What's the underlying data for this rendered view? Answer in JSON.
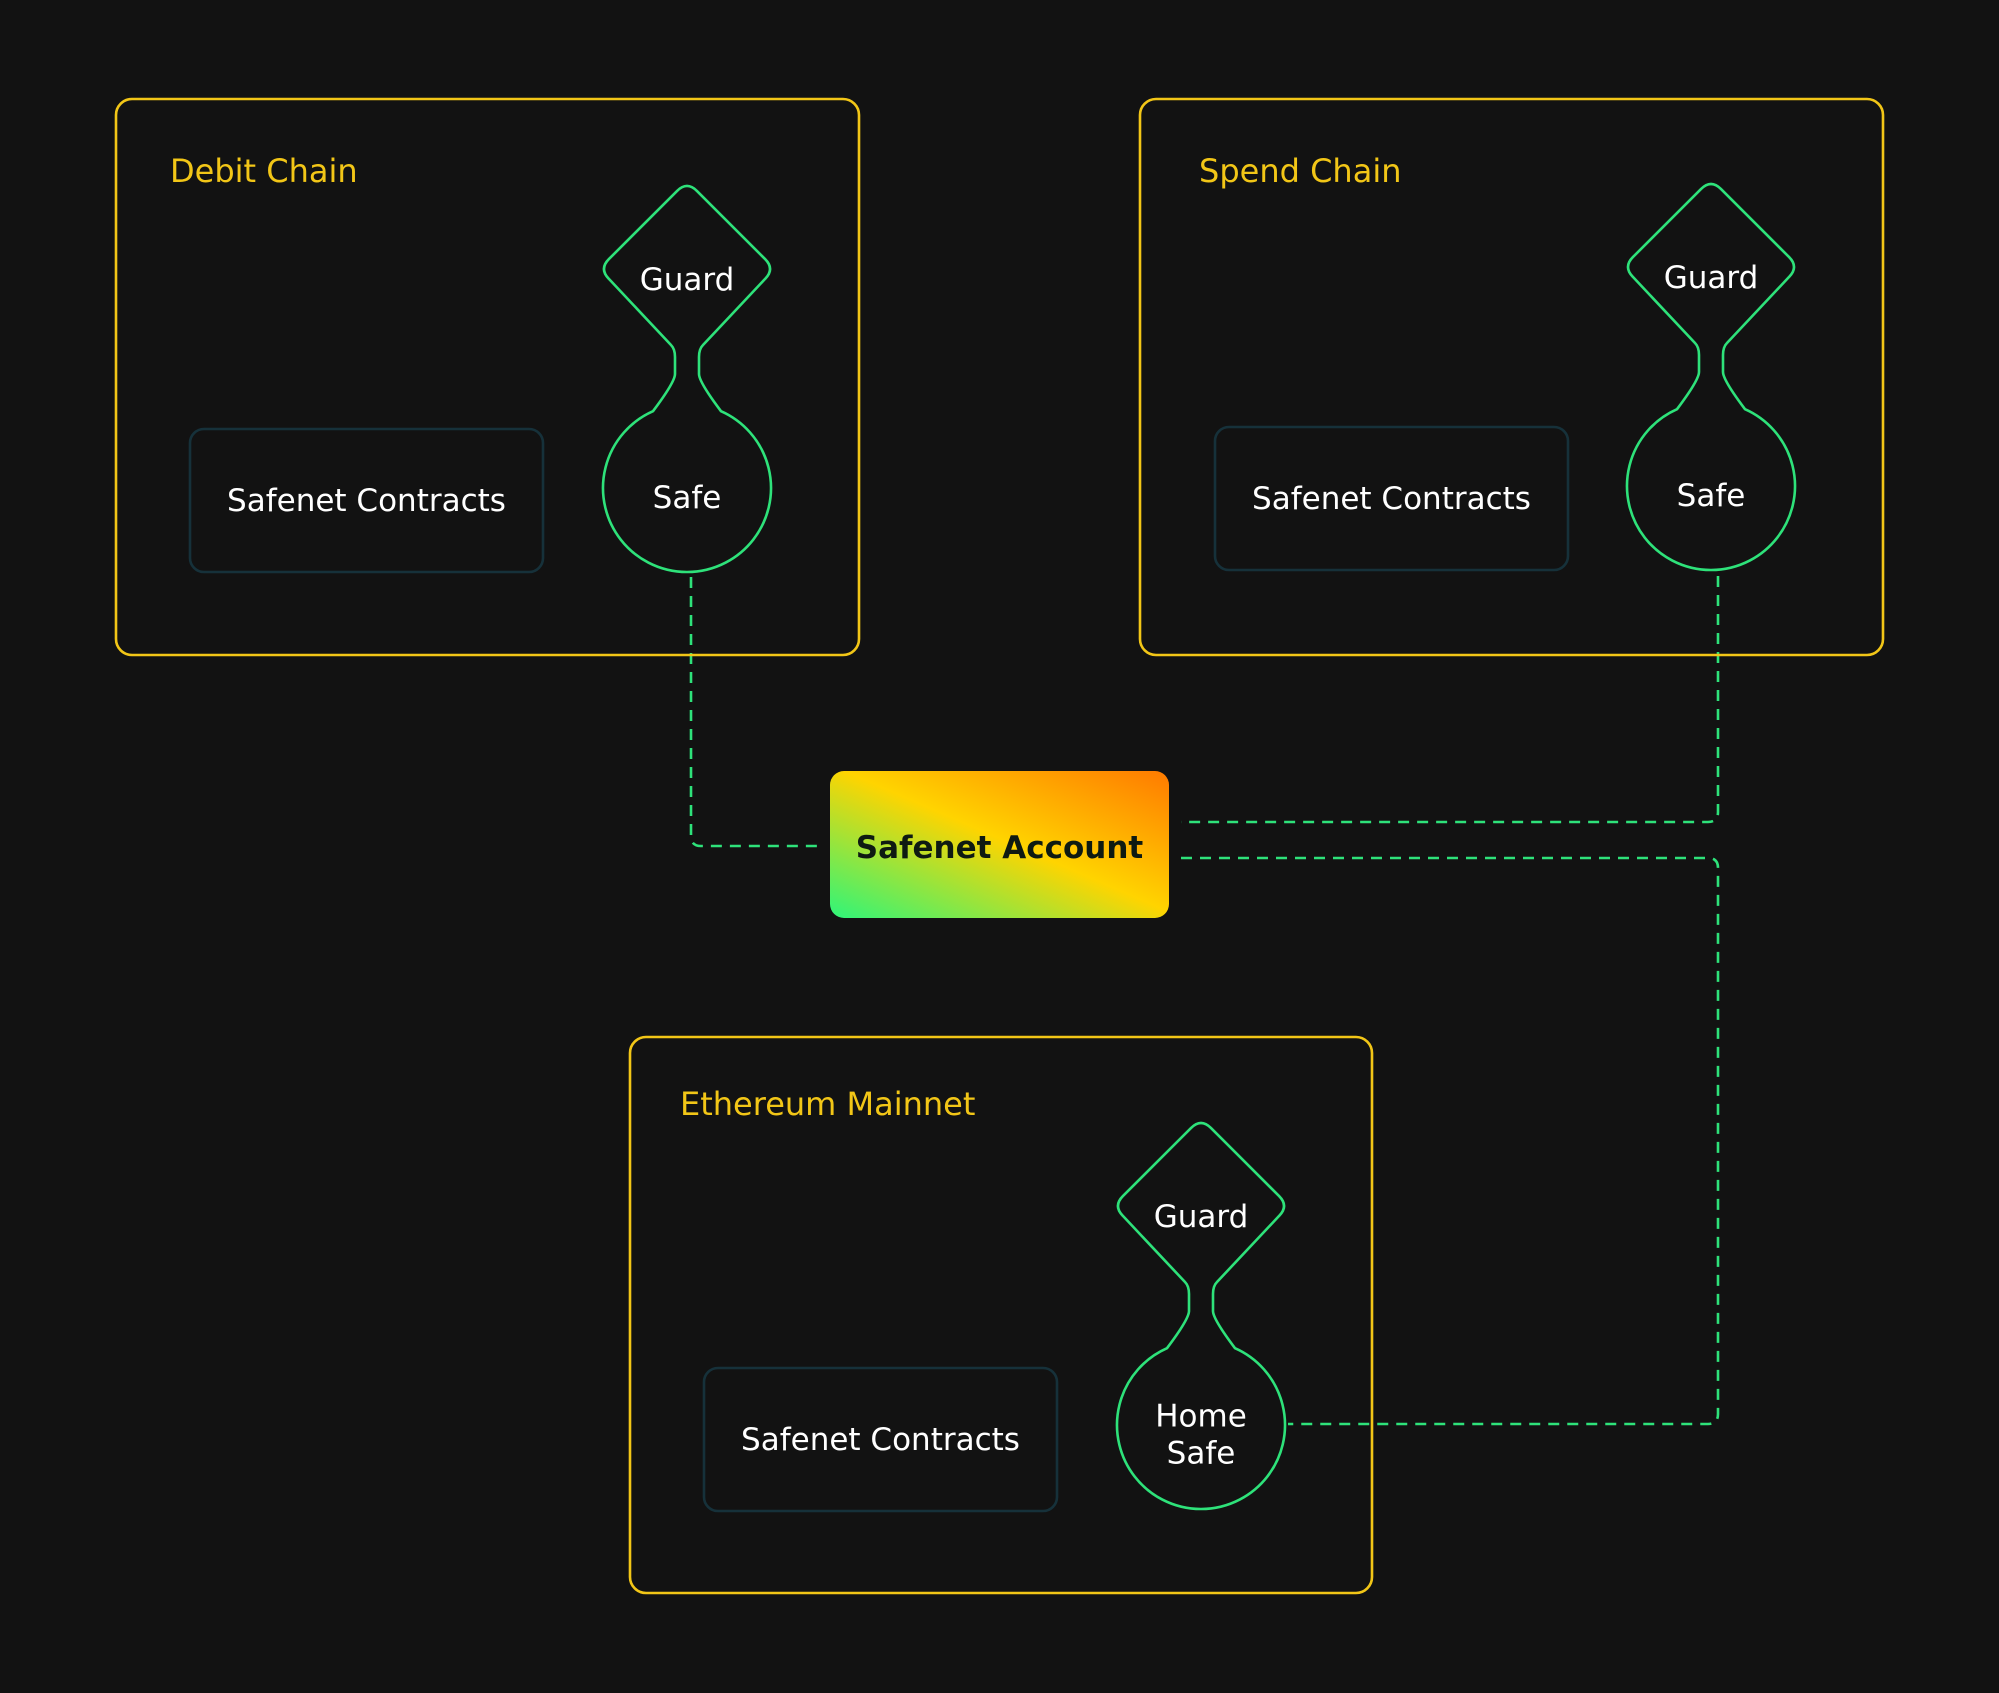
{
  "colors": {
    "background": "#121212",
    "chain_border": "#f2c617",
    "chain_title": "#f2c617",
    "guard_safe_stroke": "#2ee27a",
    "contracts_border": "#16313a",
    "connector": "#2ee27a",
    "gradient_green": "#2ef57a",
    "gradient_yellow": "#ffd400",
    "gradient_orange": "#ff7a00"
  },
  "chains": [
    {
      "title": "Debit Chain",
      "guard_label": "Guard",
      "safe_label": [
        "Safe"
      ],
      "contracts_label": "Safenet Contracts"
    },
    {
      "title": "Spend Chain",
      "guard_label": "Guard",
      "safe_label": [
        "Safe"
      ],
      "contracts_label": "Safenet Contracts"
    },
    {
      "title": "Ethereum Mainnet",
      "guard_label": "Guard",
      "safe_label": [
        "Home",
        "Safe"
      ],
      "contracts_label": "Safenet Contracts"
    }
  ],
  "account": {
    "label": "Safenet Account"
  }
}
